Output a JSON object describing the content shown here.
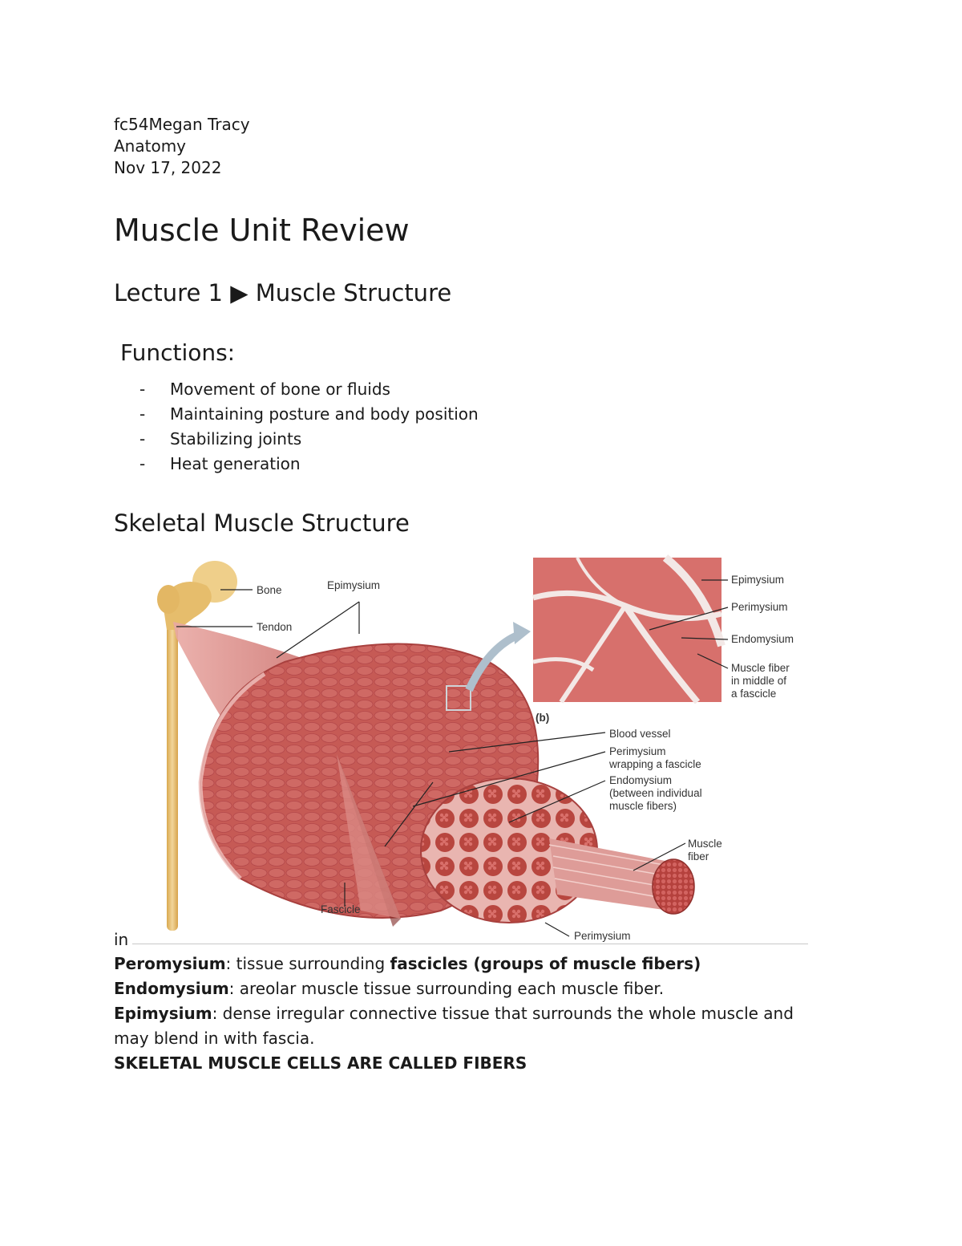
{
  "header": {
    "author": "fc54Megan Tracy",
    "course": "Anatomy",
    "date": "Nov 17, 2022"
  },
  "title": "Muscle Unit Review",
  "lecture_heading": "Lecture 1 ▶ Muscle Structure",
  "functions": {
    "heading": "Functions:",
    "dash": "-",
    "items": [
      "Movement of bone or fluids",
      "Maintaining posture and body position",
      "Stabilizing joints",
      "Heat generation"
    ]
  },
  "skeletal_heading": "Skeletal Muscle Structure",
  "figure": {
    "labels": {
      "bone": "Bone",
      "tendon": "Tendon",
      "epimysium_top": "Epimysium",
      "b_epimysium": "Epimysium",
      "b_perimysium": "Perimysium",
      "b_endomysium": "Endomysium",
      "b_fiber_1": "Muscle fiber",
      "b_fiber_2": "in middle of",
      "b_fiber_3": "a fascicle",
      "panel_b": "(b)",
      "blood_vessel": "Blood vessel",
      "perimysium_wrap_1": "Perimysium",
      "perimysium_wrap_2": "wrapping a fascicle",
      "endomysium_1": "Endomysium",
      "endomysium_2": "(between individual",
      "endomysium_3": "muscle fibers)",
      "muscle_fiber_1": "Muscle",
      "muscle_fiber_2": "fiber",
      "fascicle": "Fascicle",
      "perimysium_bottom": "Perimysium"
    },
    "colors": {
      "muscle": "#c65a55",
      "muscle_dark": "#a8403e",
      "tissue": "#e5aba6",
      "bone": "#e8c57a",
      "micro_bg": "#d7706c"
    }
  },
  "in_text": "in",
  "definitions": {
    "peri_term": "Peromysium",
    "peri_text_a": ": tissue surrounding ",
    "peri_text_b": "fascicles (groups of muscle fibers)",
    "endo_term": "Endomysium",
    "endo_text": ": areolar muscle tissue surrounding each muscle fiber.",
    "epi_term": "Epimysium",
    "epi_text": ": dense irregular connective tissue that surrounds the whole muscle and may blend in with fascia.",
    "emphasis": "SKELETAL MUSCLE CELLS ARE CALLED FIBERS"
  }
}
